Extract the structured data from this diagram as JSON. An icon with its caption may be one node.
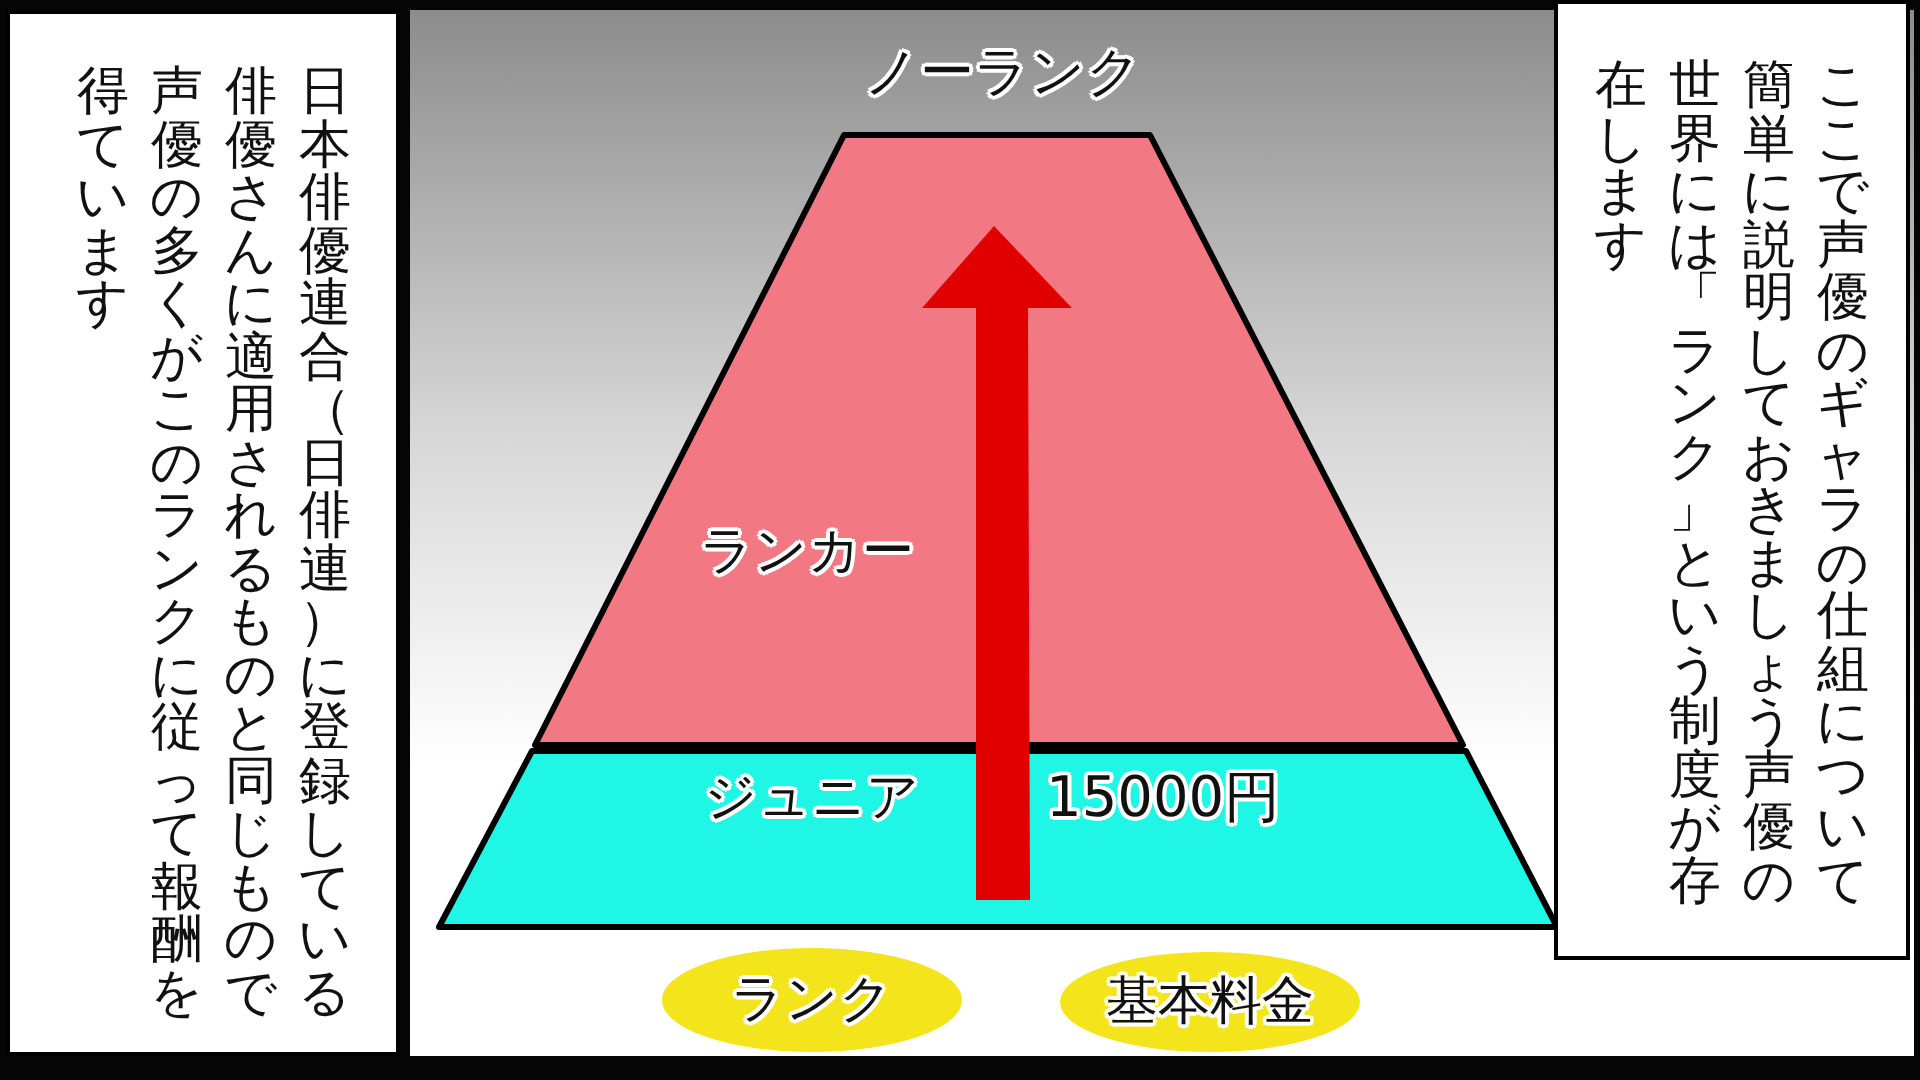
{
  "diagram": {
    "nodes": [
      {
        "text": [
          "ここで声優のギャラの仕組について簡単に説明しておきましょう声優の世界には「ランク」という制度が存在します"
        ]
      },
      {
        "text": [
          "ランカー"
        ]
      },
      {
        "text": [
          "ジュニア",
          "15000円"
        ]
      },
      {
        "text": [
          "ランク"
        ]
      },
      {
        "text": [
          "基本料金"
        ]
      },
      {
        "text": [
          "日本俳優連合（日俳連）に登録している俳優さんに適用されるものと同じもので声優の多くがこのランクに従って報酬を得ています"
        ]
      }
    ],
    "labels": [
      "ノーランク"
    ]
  }
}
